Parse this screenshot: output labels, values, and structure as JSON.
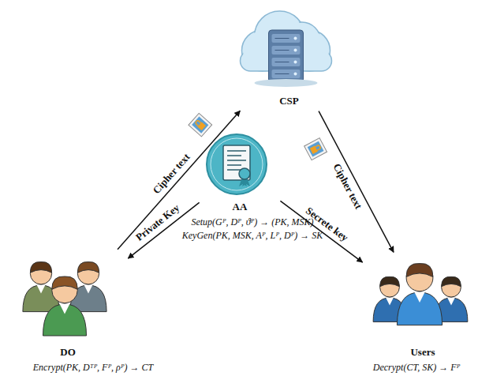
{
  "diagram": {
    "nodes": [
      {
        "text": [
          "CSP"
        ]
      },
      {
        "text": [
          "AA"
        ]
      },
      {
        "text": [
          "DO"
        ]
      },
      {
        "text": [
          "Users"
        ]
      }
    ],
    "edges": [
      {
        "from": 2,
        "to": 0,
        "label": "Cipher text",
        "arrow": "to"
      },
      {
        "from": 0,
        "to": 3,
        "label": "Cipher text",
        "arrow": "to"
      },
      {
        "from": 1,
        "to": 2,
        "label": "Private Key",
        "arrow": "to"
      },
      {
        "from": 1,
        "to": 3,
        "label": "Secrete key",
        "arrow": "to"
      }
    ],
    "labels": [
      "Setup(Gᴾ, Dᴾ, ϑᴾ) → (PK, MSK)",
      "KeyGen(PK, MSK, Aᴾ, Lᴾ, Dᴾ) → SK",
      "Encrypt(PK, Dᵀᴾ, Fᴾ, ρᴾ) → CT",
      "Decrypt(CT, SK) → Fᴾ"
    ]
  }
}
